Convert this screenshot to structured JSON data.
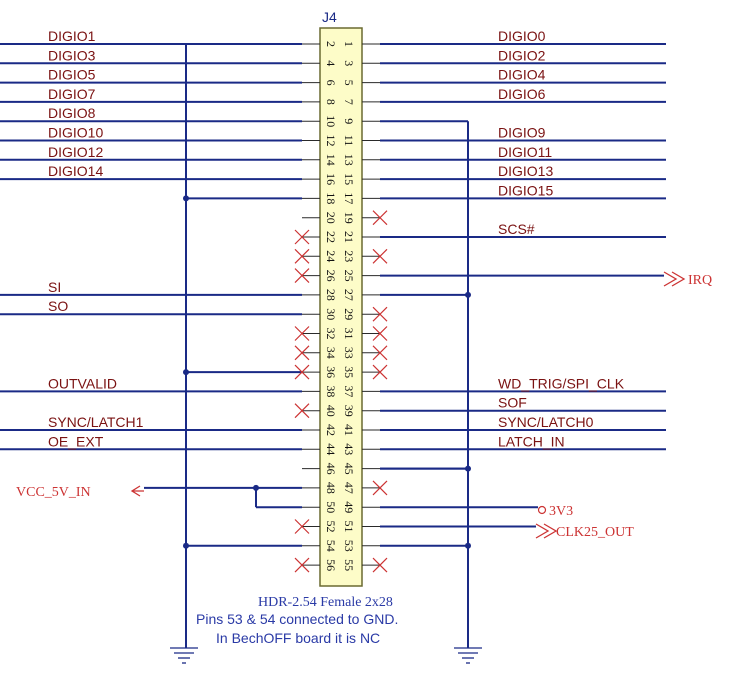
{
  "designator": "J4",
  "comment": "HDR-2.54 Female 2x28",
  "note_lines": [
    "Pins 53 & 54 connected to GND.",
    "In BechOFF board it is NC"
  ],
  "left_pins": [
    {
      "pin": "2",
      "net": "DIGIO1"
    },
    {
      "pin": "4",
      "net": "DIGIO3"
    },
    {
      "pin": "6",
      "net": "DIGIO5"
    },
    {
      "pin": "8",
      "net": "DIGIO7"
    },
    {
      "pin": "10",
      "net": "DIGIO8"
    },
    {
      "pin": "12",
      "net": "DIGIO10"
    },
    {
      "pin": "14",
      "net": "DIGIO12"
    },
    {
      "pin": "16",
      "net": "DIGIO14"
    },
    {
      "pin": "18",
      "net": ""
    },
    {
      "pin": "20",
      "net": ""
    },
    {
      "pin": "22",
      "net": ""
    },
    {
      "pin": "24",
      "net": ""
    },
    {
      "pin": "26",
      "net": ""
    },
    {
      "pin": "28",
      "net": "SI"
    },
    {
      "pin": "30",
      "net": "SO"
    },
    {
      "pin": "32",
      "net": ""
    },
    {
      "pin": "34",
      "net": ""
    },
    {
      "pin": "36",
      "net": ""
    },
    {
      "pin": "38",
      "net": "OUTVALID"
    },
    {
      "pin": "40",
      "net": ""
    },
    {
      "pin": "42",
      "net": "SYNC/LATCH1"
    },
    {
      "pin": "44",
      "net": "OE_EXT"
    },
    {
      "pin": "46",
      "net": ""
    },
    {
      "pin": "48",
      "net": ""
    },
    {
      "pin": "50",
      "net": ""
    },
    {
      "pin": "52",
      "net": ""
    },
    {
      "pin": "54",
      "net": ""
    },
    {
      "pin": "56",
      "net": ""
    }
  ],
  "right_pins": [
    {
      "pin": "1",
      "net": "DIGIO0"
    },
    {
      "pin": "3",
      "net": "DIGIO2"
    },
    {
      "pin": "5",
      "net": "DIGIO4"
    },
    {
      "pin": "7",
      "net": "DIGIO6"
    },
    {
      "pin": "9",
      "net": ""
    },
    {
      "pin": "11",
      "net": "DIGIO9"
    },
    {
      "pin": "13",
      "net": "DIGIO11"
    },
    {
      "pin": "15",
      "net": "DIGIO13"
    },
    {
      "pin": "17",
      "net": "DIGIO15"
    },
    {
      "pin": "19",
      "net": ""
    },
    {
      "pin": "21",
      "net": "SCS#"
    },
    {
      "pin": "23",
      "net": ""
    },
    {
      "pin": "25",
      "net": ""
    },
    {
      "pin": "27",
      "net": ""
    },
    {
      "pin": "29",
      "net": ""
    },
    {
      "pin": "31",
      "net": ""
    },
    {
      "pin": "33",
      "net": ""
    },
    {
      "pin": "35",
      "net": ""
    },
    {
      "pin": "37",
      "net": "WD_TRIG/SPI_CLK"
    },
    {
      "pin": "39",
      "net": "SOF"
    },
    {
      "pin": "41",
      "net": "SYNC/LATCH0"
    },
    {
      "pin": "43",
      "net": "LATCH_IN"
    },
    {
      "pin": "45",
      "net": ""
    },
    {
      "pin": "47",
      "net": ""
    },
    {
      "pin": "49",
      "net": ""
    },
    {
      "pin": "51",
      "net": ""
    },
    {
      "pin": "53",
      "net": ""
    },
    {
      "pin": "55",
      "net": ""
    }
  ],
  "power": {
    "vcc": "VCC_5V_IN",
    "v3": "3V3",
    "irq": "IRQ",
    "clk": "CLK25_OUT"
  }
}
